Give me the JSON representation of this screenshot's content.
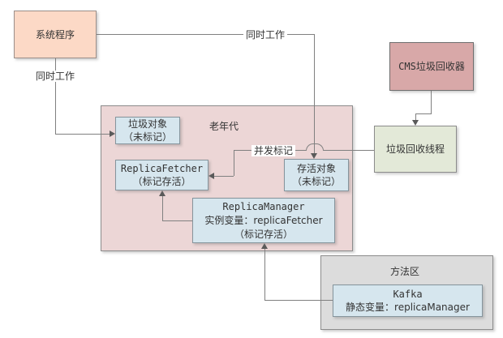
{
  "nodes": {
    "system_program": {
      "label": "系统程序"
    },
    "cms_collector": {
      "label": "CMS垃圾回收器"
    },
    "gc_thread": {
      "label": "垃圾回收线程"
    },
    "old_gen": {
      "label": "老年代"
    },
    "garbage_object": {
      "line1": "垃圾对象",
      "line2": "（未标记）"
    },
    "replica_fetcher": {
      "line1": "ReplicaFetcher",
      "line2": "（标记存活）"
    },
    "live_object": {
      "line1": "存活对象",
      "line2": "（未标记）"
    },
    "replica_manager": {
      "line1": "ReplicaManager",
      "line2": "实例变量：replicaFetcher",
      "line3": "（标记存活）"
    },
    "method_area": {
      "label": "方法区"
    },
    "kafka": {
      "line1": "Kafka",
      "line2": "静态变量：replicaManager"
    }
  },
  "edge_labels": {
    "work_together_top": "同时工作",
    "work_together_left": "同时工作",
    "concurrent_mark": "并发标记"
  },
  "colors": {
    "system_program_fill": "#fcd9c6",
    "cms_collector_fill": "#d8a8a8",
    "gc_thread_fill": "#e3e9d8",
    "old_gen_fill": "#ecd6d6",
    "method_area_fill": "#dcdcdc",
    "inner_box_fill": "#d6e6ee",
    "line": "#808080",
    "arrow": "#5a5a5a",
    "text": "#333333",
    "background": "#ffffff"
  }
}
